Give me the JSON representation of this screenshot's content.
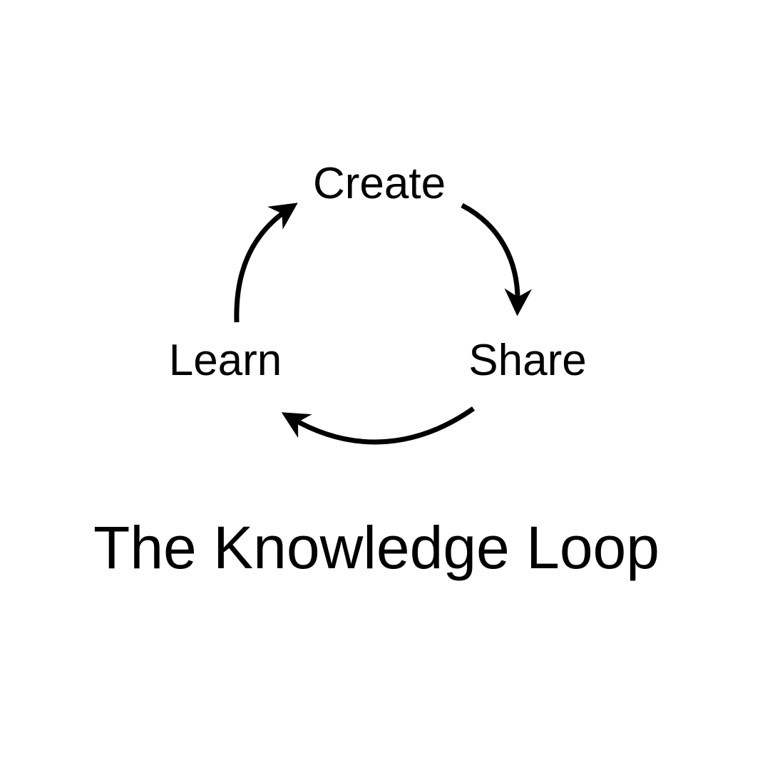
{
  "diagram": {
    "type": "cycle",
    "nodes": [
      {
        "id": "create",
        "label": "Create"
      },
      {
        "id": "share",
        "label": "Share"
      },
      {
        "id": "learn",
        "label": "Learn"
      }
    ],
    "edges": [
      {
        "from": "create",
        "to": "share"
      },
      {
        "from": "share",
        "to": "learn"
      },
      {
        "from": "learn",
        "to": "create"
      }
    ],
    "caption": "The Knowledge Loop",
    "colors": {
      "background": "#ffffff",
      "ink": "#000000"
    }
  }
}
